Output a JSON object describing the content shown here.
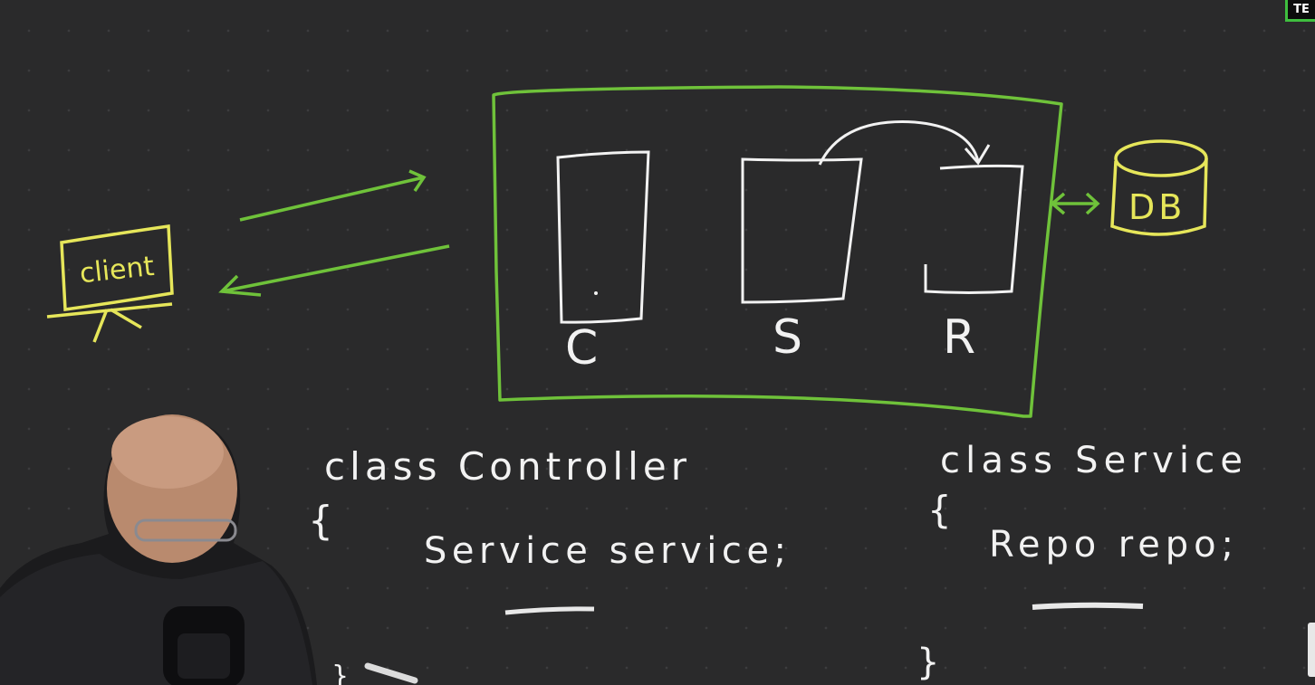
{
  "diagram": {
    "client_label": "client",
    "db_label": "DB",
    "component_labels": [
      "C",
      "S",
      "R"
    ],
    "code_left": {
      "class_line": "class Controller",
      "open_brace": "{",
      "field_line": "Service service;",
      "close_brace": "}"
    },
    "code_right": {
      "class_line": "class Service",
      "open_brace": "{",
      "field_line": "Repo repo;",
      "close_brace": "}"
    }
  },
  "colors": {
    "board": "#2a2a2b",
    "green": "#6fc23a",
    "yellow": "#e6e65a",
    "chalk": "#f2f2f2"
  },
  "overlay": {
    "badge_text": "TE"
  }
}
